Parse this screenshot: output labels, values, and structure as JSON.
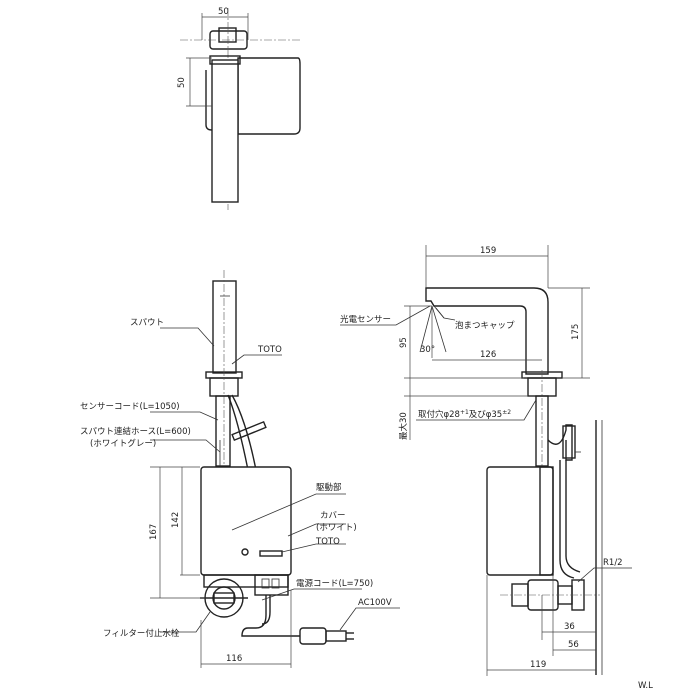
{
  "top_view": {
    "dims": {
      "width": "50",
      "height": "50"
    }
  },
  "front_view": {
    "labels": {
      "spout": "スパウト",
      "toto_top": "TOTO",
      "sensor_cord": "センサーコード(L=1050)",
      "hose_line1": "スパウト連結ホース(L=600)",
      "hose_line2": "(ホワイトグレー)",
      "drive_unit": "駆動部",
      "cover_line1": "カバー",
      "cover_line2": "(ホワイト)",
      "toto_unit": "TOTO",
      "power_cord": "電源コード(L=750)",
      "ac100v": "AC100V",
      "filter_valve": "フィルター付止水栓"
    },
    "dims": {
      "h167": "167",
      "h142": "142",
      "w116": "116"
    }
  },
  "side_view": {
    "labels": {
      "light_sensor": "光電センサー",
      "foam_cap": "泡まつキャップ",
      "mount_hole": "取付穴φ28",
      "mount_hole_sup1": "+1",
      "mount_hole_mid": "及びφ35",
      "mount_hole_sup2": "±2",
      "max30": "最大30",
      "r12": "R1/2",
      "wl": "W.L"
    },
    "dims": {
      "w159": "159",
      "h175": "175",
      "h95": "95",
      "angle": "30°",
      "w126": "126",
      "w36": "36",
      "w56": "56",
      "w119": "119"
    }
  }
}
